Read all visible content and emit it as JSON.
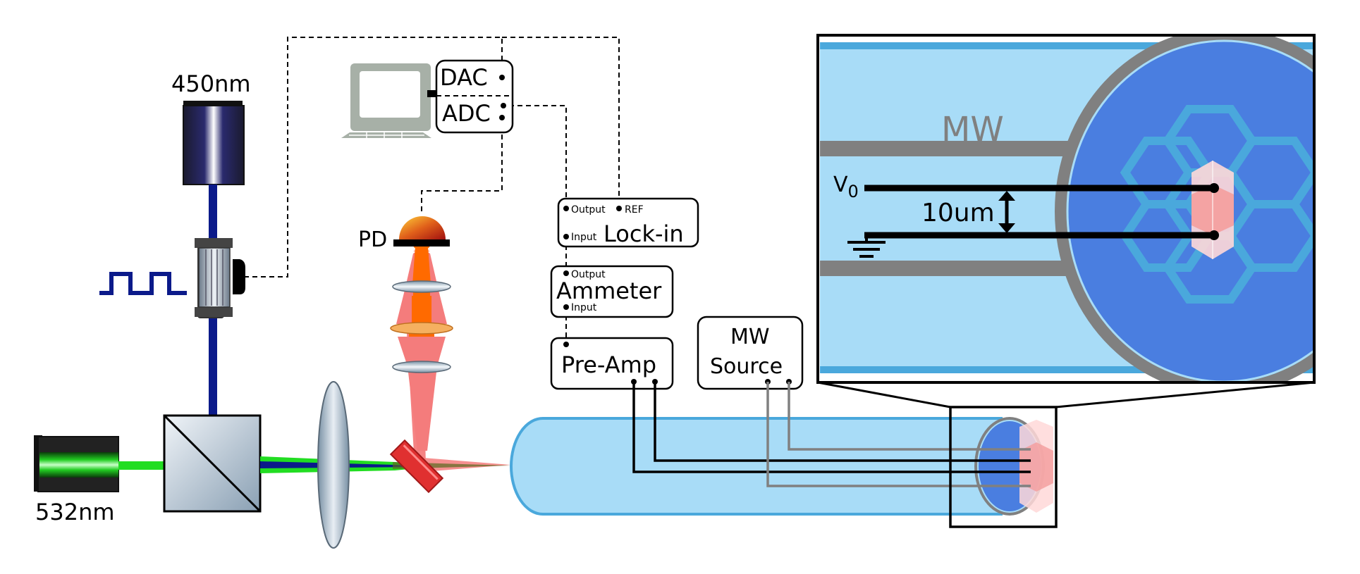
{
  "lasers": {
    "blue_label": "450nm",
    "green_label": "532nm"
  },
  "detector": {
    "label": "PD"
  },
  "daq": {
    "dac_label": "DAC",
    "adc_label": "ADC"
  },
  "lockin": {
    "title": "Lock-in",
    "port_output": "Output",
    "port_ref": "REF",
    "port_input": "Input"
  },
  "ammeter": {
    "title": "Ammeter",
    "port_output": "Output",
    "port_input": "Input"
  },
  "preamp": {
    "title": "Pre-Amp"
  },
  "mw_source": {
    "line1": "MW",
    "line2": "Source"
  },
  "inset": {
    "mw_label": "MW",
    "v0_main": "V",
    "v0_sub": "0",
    "gap_label": "10um"
  },
  "colors": {
    "blue_beam": "#0b1a8a",
    "green_beam": "#22dd22",
    "red_beam": "#f47c7c",
    "orange_beam": "#ff6a00",
    "cell_fill": "#a8dcf7",
    "cell_stroke": "#4aa8dc",
    "diamond_blue": "#4a7ee0",
    "electrode_gray": "#808080"
  },
  "icons": [
    "computer-icon",
    "square-wave-icon",
    "ground-icon",
    "lens-icon",
    "beam-splitter-icon",
    "dichroic-mirror-icon"
  ]
}
